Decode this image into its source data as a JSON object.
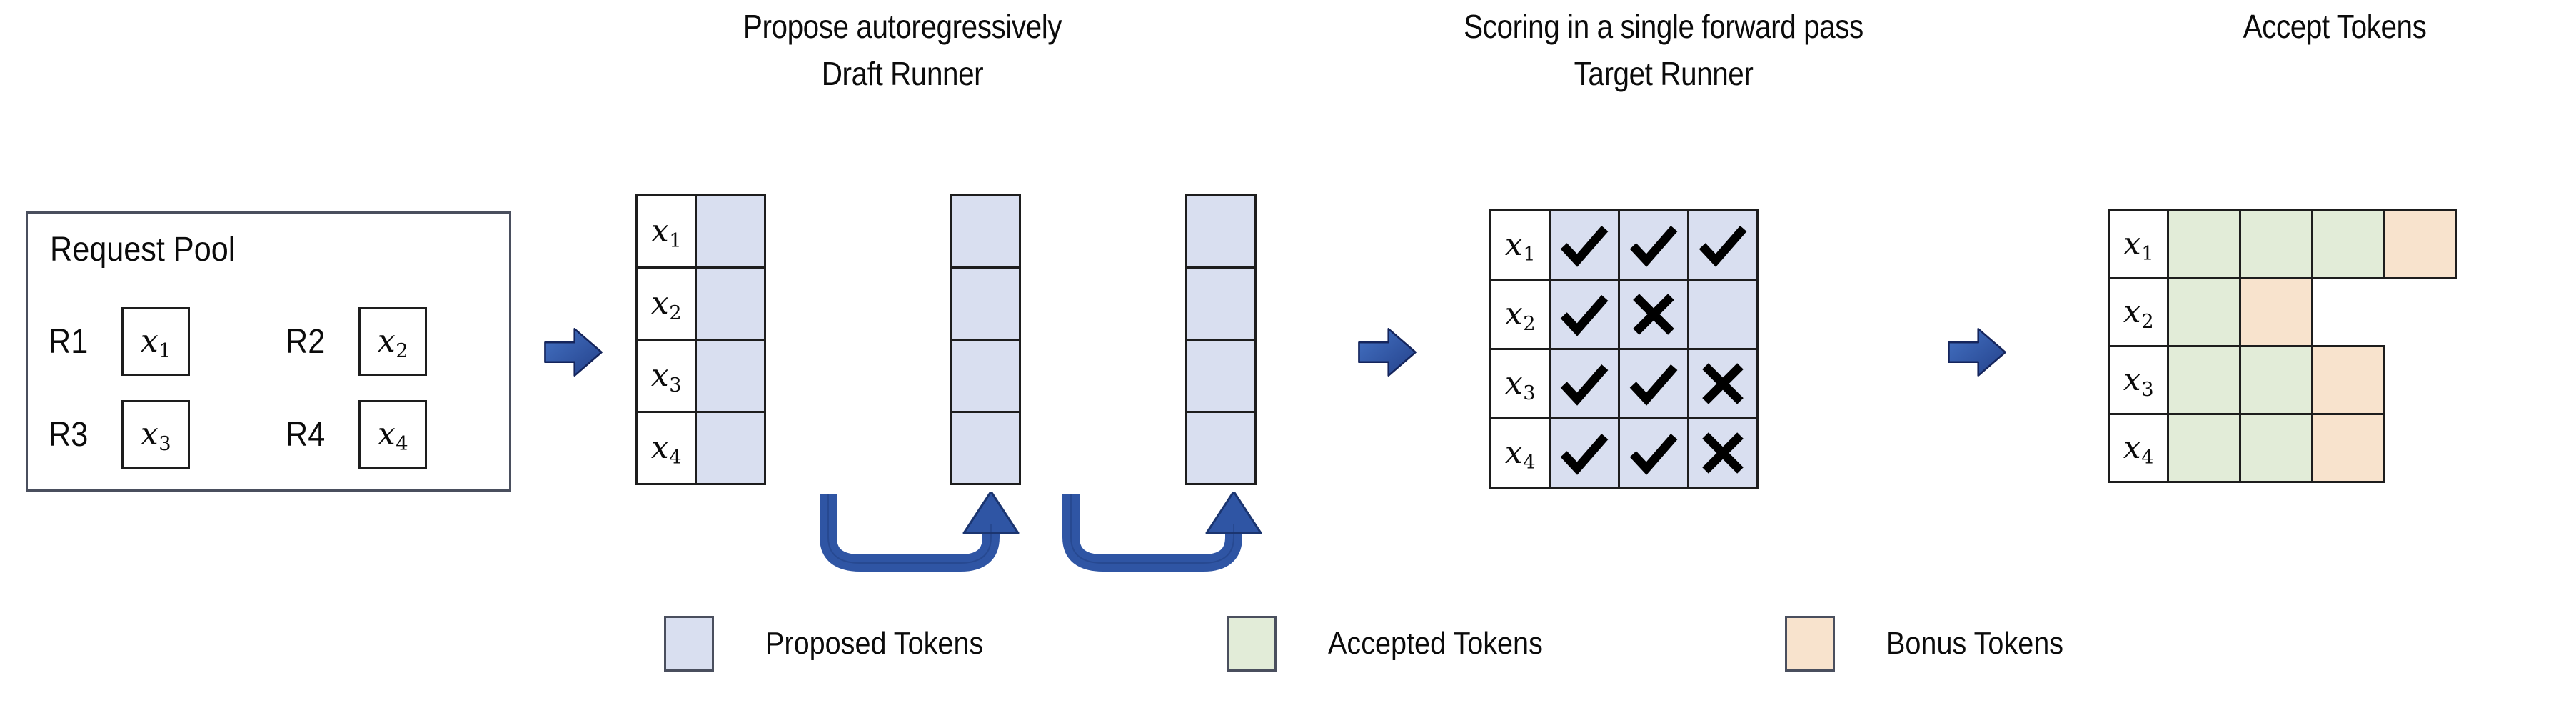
{
  "diagram": {
    "title_propose": "Propose autoregressively",
    "title_draft_runner": "Draft Runner",
    "title_scoring": "Scoring in a single forward pass",
    "title_target_runner": "Target Runner",
    "title_accept": "Accept Tokens"
  },
  "request_pool": {
    "title": "Request Pool",
    "requests": [
      {
        "label": "R1",
        "token": "x",
        "index": "1"
      },
      {
        "label": "R2",
        "token": "x",
        "index": "2"
      },
      {
        "label": "R3",
        "token": "x",
        "index": "3"
      },
      {
        "label": "R4",
        "token": "x",
        "index": "4"
      }
    ]
  },
  "draft_runner": {
    "row_labels": [
      {
        "token": "x",
        "index": "1"
      },
      {
        "token": "x",
        "index": "2"
      },
      {
        "token": "x",
        "index": "3"
      },
      {
        "token": "x",
        "index": "4"
      }
    ],
    "step_count": 3,
    "rows_per_step": 4,
    "step_arrow_label": "autoregressive-feedback"
  },
  "target_runner": {
    "row_labels": [
      {
        "token": "x",
        "index": "1"
      },
      {
        "token": "x",
        "index": "2"
      },
      {
        "token": "x",
        "index": "3"
      },
      {
        "token": "x",
        "index": "4"
      }
    ],
    "scores": [
      [
        "check",
        "check",
        "check"
      ],
      [
        "check",
        "cross",
        "none"
      ],
      [
        "check",
        "check",
        "cross"
      ],
      [
        "check",
        "check",
        "cross"
      ]
    ]
  },
  "accept_tokens": {
    "row_labels": [
      {
        "token": "x",
        "index": "1"
      },
      {
        "token": "x",
        "index": "2"
      },
      {
        "token": "x",
        "index": "3"
      },
      {
        "token": "x",
        "index": "4"
      }
    ],
    "rows": [
      [
        "accepted",
        "accepted",
        "accepted",
        "bonus"
      ],
      [
        "accepted",
        "bonus"
      ],
      [
        "accepted",
        "accepted",
        "bonus"
      ],
      [
        "accepted",
        "accepted",
        "bonus"
      ]
    ]
  },
  "legend": [
    {
      "key": "proposed",
      "label": "Proposed Tokens",
      "color": "#d9dff0"
    },
    {
      "key": "accepted",
      "label": "Accepted Tokens",
      "color": "#e2ecd8"
    },
    {
      "key": "bonus",
      "label": "Bonus Tokens",
      "color": "#f8e3cd"
    }
  ],
  "colors": {
    "proposed": "#d9dff0",
    "accepted": "#e2ecd8",
    "bonus": "#f8e3cd",
    "arrow_blue": "#2f55a4",
    "arrow_blue_dark": "#24418a",
    "stroke": "#1d1d1d",
    "box_stroke": "#4a4f5e",
    "background": "#ffffff"
  }
}
